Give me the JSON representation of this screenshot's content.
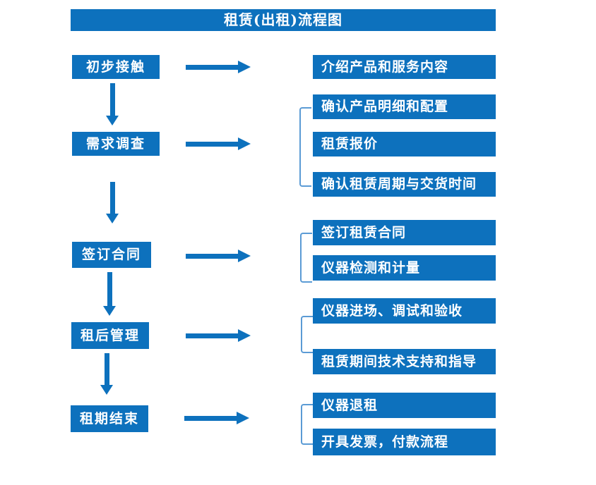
{
  "title": "租赁(出租)流程图",
  "colors": {
    "box_blue": "#0d71bd",
    "bracket_blue": "#5b9bd5",
    "text_white": "#ffffff"
  },
  "steps": [
    {
      "label": "初步接触"
    },
    {
      "label": "需求调查"
    },
    {
      "label": "签订合同"
    },
    {
      "label": "租后管理"
    },
    {
      "label": "租期结束"
    }
  ],
  "details": [
    {
      "items": [
        "介绍产品和服务内容"
      ]
    },
    {
      "items": [
        "确认产品明细和配置",
        "租赁报价",
        "确认租赁周期与交货时间"
      ]
    },
    {
      "items": [
        "签订租赁合同",
        "仪器检测和计量"
      ]
    },
    {
      "items": [
        "仪器进场、调试和验收",
        "租赁期间技术支持和指导"
      ]
    },
    {
      "items": [
        "仪器退租",
        "开具发票，付款流程"
      ]
    }
  ]
}
